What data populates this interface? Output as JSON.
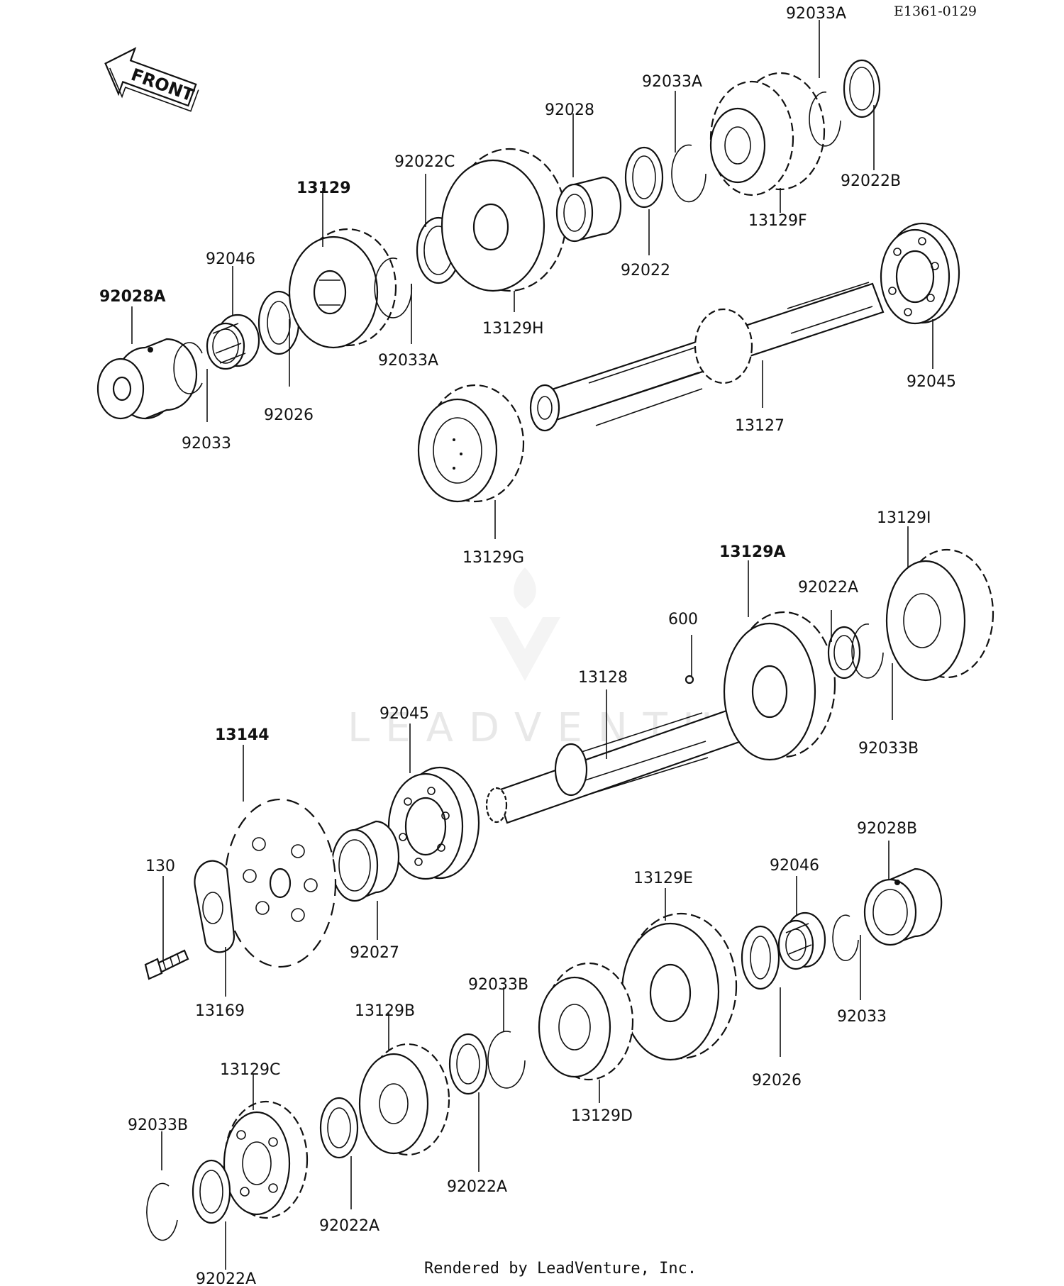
{
  "document_id": "E1361-0129",
  "front_label": "FRONT",
  "watermark": "LEADVENTURE",
  "footer": "Rendered by LeadVenture, Inc.",
  "callouts": {
    "p92033A_top": "92033A",
    "p92033A_mid": "92033A",
    "p92028": "92028",
    "p92022C": "92022C",
    "p13129": "13129",
    "p92046_top": "92046",
    "p92028A": "92028A",
    "p92022B": "92022B",
    "p13129F": "13129F",
    "p92022": "92022",
    "p13129H": "13129H",
    "p92033A_low": "92033A",
    "p92026_top": "92026",
    "p92033_top": "92033",
    "p92045_top": "92045",
    "p13127": "13127",
    "p13129G": "13129G",
    "p13129I": "13129I",
    "p13129A": "13129A",
    "p92022A_mid": "92022A",
    "p600": "600",
    "p13128": "13128",
    "p92033B_mid": "92033B",
    "p92045_mid": "92045",
    "p13144": "13144",
    "p92028B": "92028B",
    "p92046_low": "92046",
    "p13129E": "13129E",
    "p130": "130",
    "p92027": "92027",
    "p13169": "13169",
    "p92033_low": "92033",
    "p92033B_low": "92033B",
    "p13129B": "13129B",
    "p92026_low": "92026",
    "p13129C": "13129C",
    "p13129D": "13129D",
    "p92033B_left": "92033B",
    "p92022A_low": "92022A",
    "p92022A_left": "92022A",
    "p92022A_bottom": "92022A"
  }
}
